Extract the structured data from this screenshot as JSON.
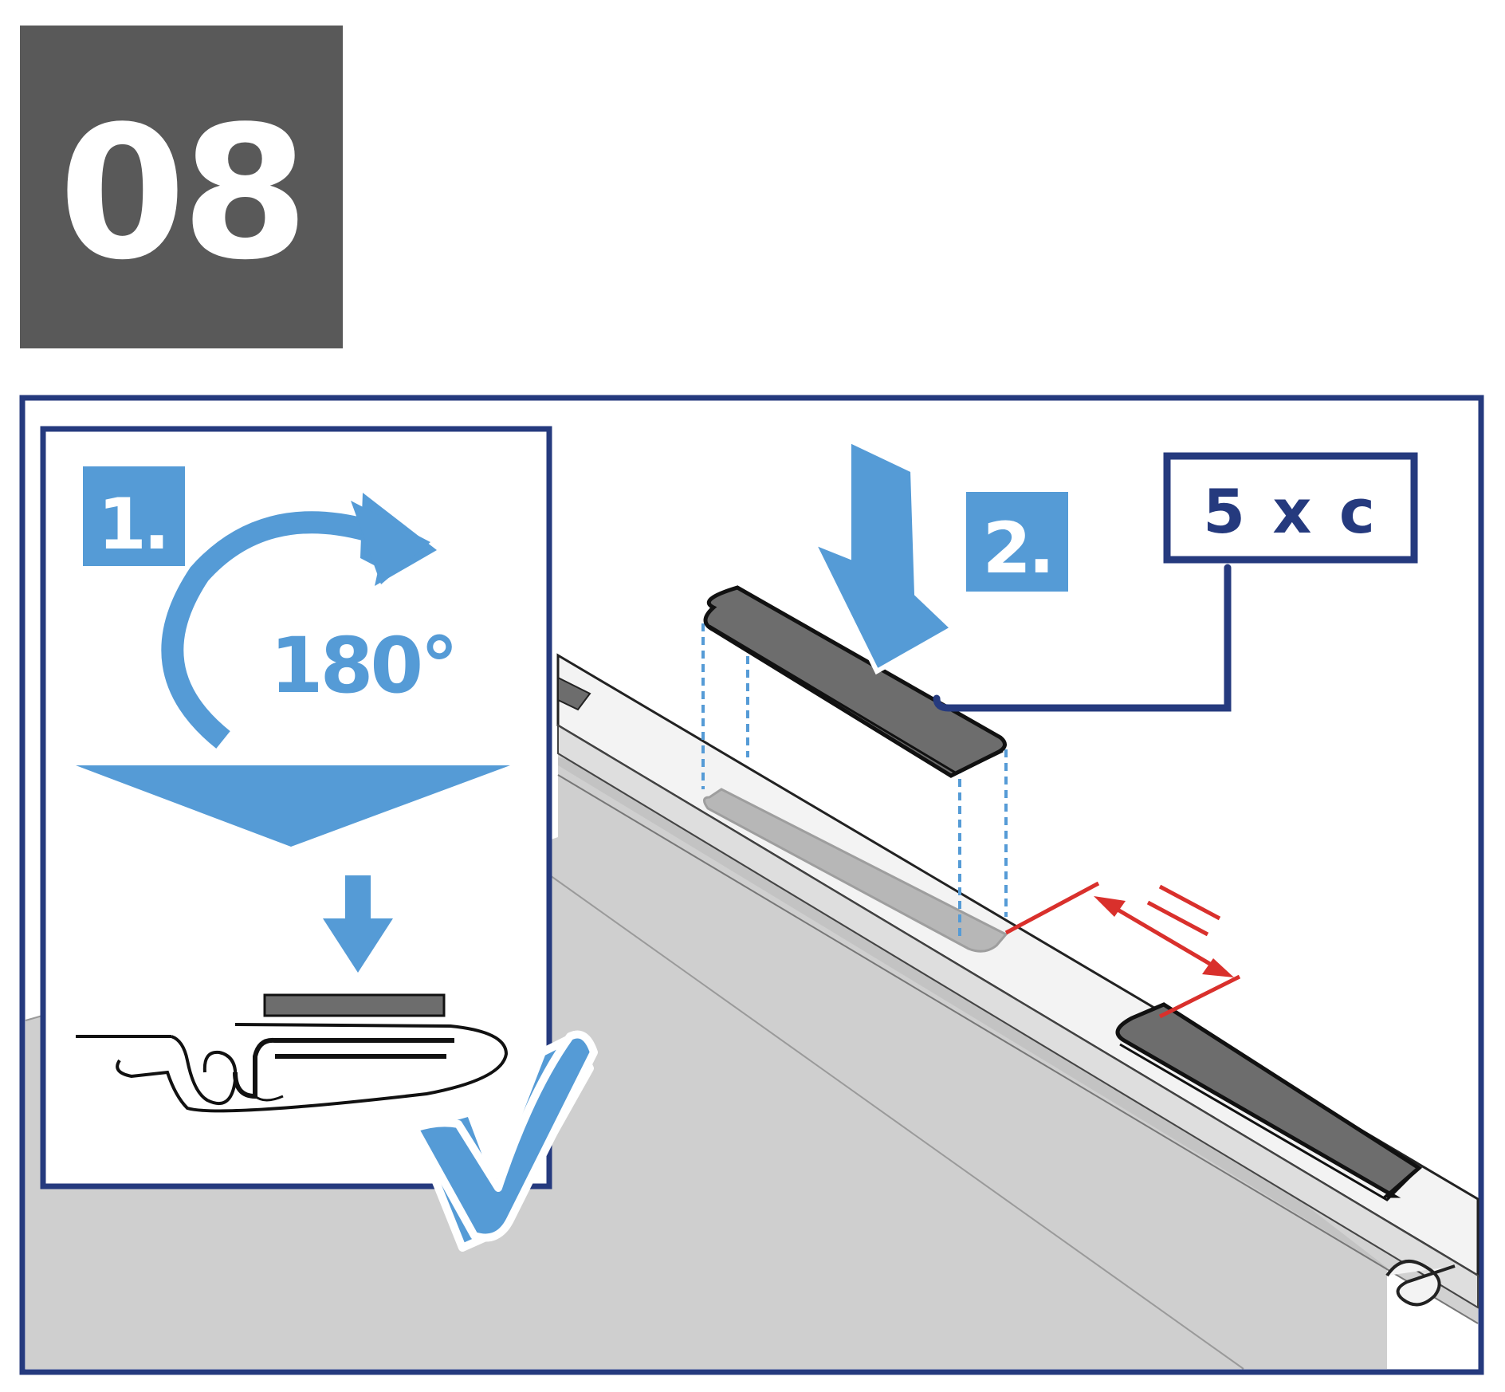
{
  "step_number": "08",
  "substep_1_label": "1.",
  "substep_2_label": "2.",
  "rotation_label": "180°",
  "quantity_label": "5 x c",
  "colors": {
    "badge_gray": "#595959",
    "frame_navy": "#253a7e",
    "accent_blue": "#559bd6",
    "measure_red": "#d9302c",
    "surface_gray": "#cfcfcf",
    "clip_dark": "#6d6d6d"
  },
  "icons": [
    "rotate-arrow-icon",
    "down-arrow-icon",
    "checkmark-icon",
    "press-down-arrow-icon",
    "equal-spacing-icon"
  ]
}
